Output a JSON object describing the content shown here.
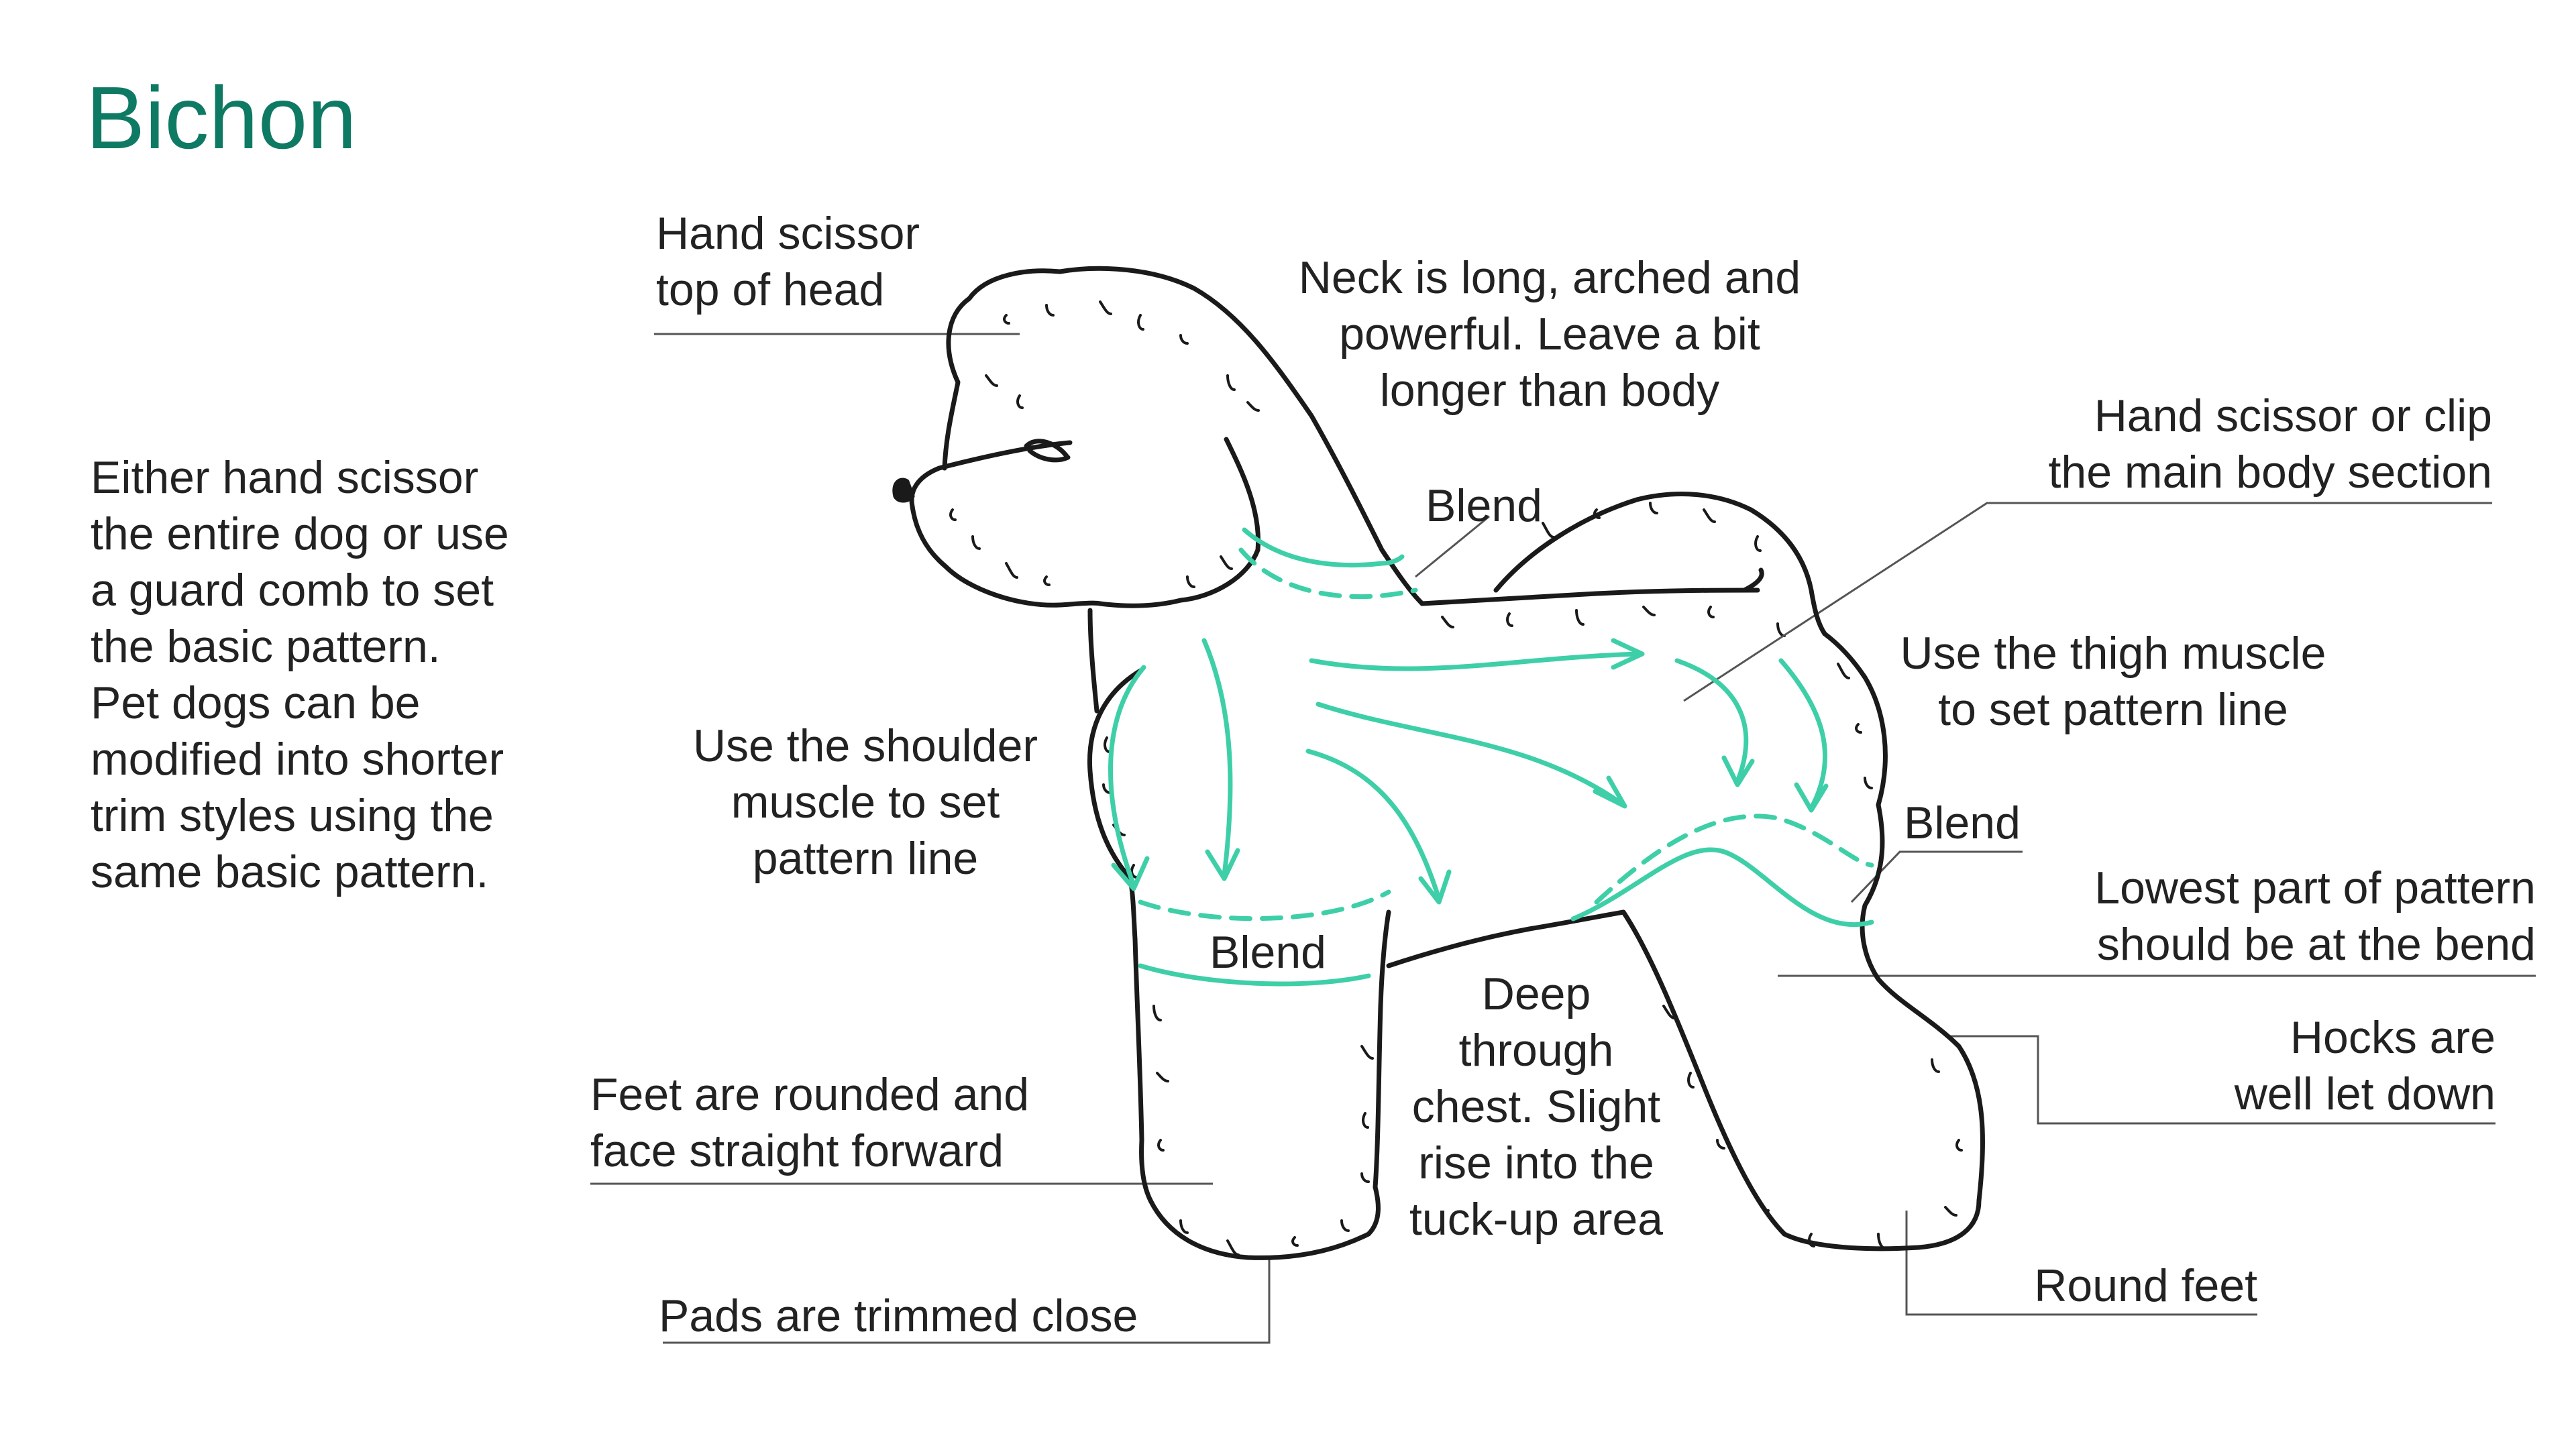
{
  "title": "Bichon",
  "colors": {
    "title": "#0f7a64",
    "accent": "#3ecfa8",
    "ink": "#1a1a1a",
    "text": "#222222",
    "leader": "#555555"
  },
  "intro": [
    "Either hand scissor",
    "the entire dog or use",
    "a guard comb to set",
    "the basic pattern.",
    "Pet dogs can be",
    "modified into shorter",
    "trim styles using the",
    "same basic pattern."
  ],
  "labels": {
    "head": [
      "Hand scissor",
      "top of head"
    ],
    "neck": [
      "Neck is long, arched and",
      "powerful. Leave a bit",
      "longer than body"
    ],
    "body": [
      "Hand scissor or clip",
      "the main body section"
    ],
    "blend_neck": "Blend",
    "thigh": [
      "Use the thigh muscle",
      "to set pattern line"
    ],
    "shoulder": [
      "Use the shoulder",
      "muscle to set",
      "pattern line"
    ],
    "blend_rear": "Blend",
    "lowest": [
      "Lowest part of pattern",
      "should be at the bend"
    ],
    "blend_front": "Blend",
    "chest": [
      "Deep",
      "through",
      "chest. Slight",
      "rise into the",
      "tuck-up area"
    ],
    "hocks": [
      "Hocks are",
      "well let down"
    ],
    "feet": [
      "Feet are rounded and",
      "face straight forward"
    ],
    "round_feet": "Round feet",
    "pads": "Pads are trimmed close"
  }
}
